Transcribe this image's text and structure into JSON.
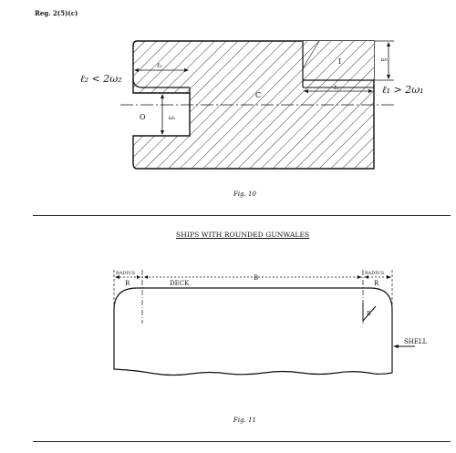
{
  "header": {
    "reg_ref": "Reg. 2(5)(c)"
  },
  "fig10": {
    "caption": "Fig. 10",
    "label_left_inequality": "ℓ₂ < 2ω₂",
    "label_right_inequality": "ℓ₁ > 2ω₁",
    "label_l2": "ℓ₂",
    "label_l1": "ℓ₁",
    "label_w1": "ω₁",
    "label_w2": "ω₂",
    "label_region_c": "C",
    "label_region_i": "I",
    "label_region_o": "O"
  },
  "fig11": {
    "section_title": "SHIPS WITH ROUNDED GUNWALES",
    "caption": "Fig. 11",
    "label_radius_left": "RADIUS",
    "label_radius_right": "RADIUS",
    "label_r_left": "R",
    "label_r_right": "R",
    "label_b": "B",
    "label_deck": "DECK",
    "label_shell": "SHELL",
    "label_r_small": "R"
  }
}
